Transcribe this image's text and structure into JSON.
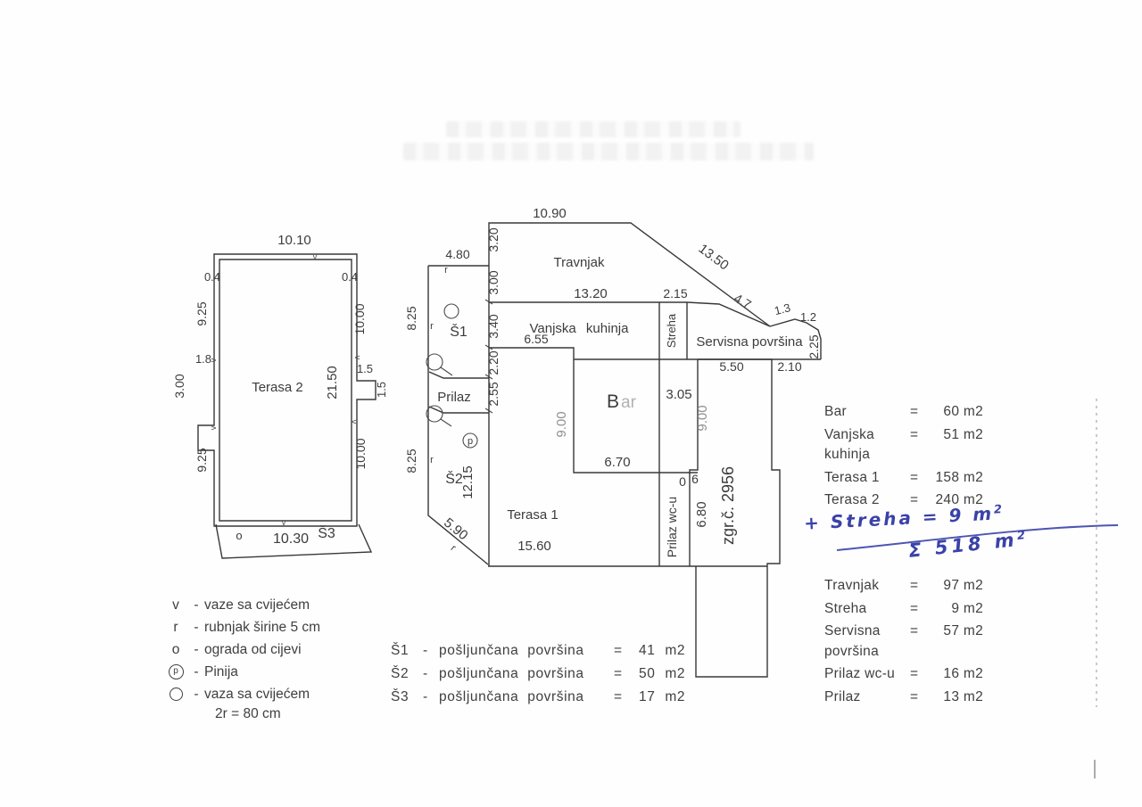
{
  "document": {
    "type": "scanned site plan",
    "paper": "#fefefe",
    "ink": "#3c3c3c",
    "pen": "#3a42a8"
  },
  "labels": {
    "t2_top": "10.10",
    "t2_wall_l": "0.4",
    "t2_wall_r": "0.4",
    "t2_left_up": "9.25",
    "t2_right_up": "10.00",
    "t2_notch_w": "1.8",
    "t2_notch_h": "3.00",
    "t2_name": "Terasa 2",
    "t2_mid": "21.50",
    "t2_pil_w": "1.5",
    "t2_pil_h": "1.5",
    "t2_left_dn": "9.25",
    "t2_right_dn": "10.00",
    "t2_o": "o",
    "t2_bottom": "10.30",
    "s3": "Š3",
    "s1_top": "4.80",
    "s1_825": "8.25",
    "s2_825": "8.25",
    "s1": "Š1",
    "s2": "Š2",
    "trav_top": "10.90",
    "trav_320": "3.20",
    "trav_name": "Travnjak",
    "diag_1350": "13.50",
    "col_300": "3.00",
    "vk_1320": "13.20",
    "vk_215": "2.15",
    "vk_name": "Vanjska kuhinja",
    "streha": "Streha",
    "diag_47": "4.7",
    "k13": "1.3",
    "k12": "1.2",
    "serv_name": "Servisna površina",
    "serv_225": "2.25",
    "col_340": "3.40",
    "vk_655": "6.55",
    "col_220": "2.20",
    "prilaz": "Prilaz",
    "col_255": "2.55",
    "zgr_550": "5.50",
    "zgr_210": "2.10",
    "bar_b": "B",
    "bar_ar": "ar",
    "bar_305": "3.05",
    "bar_900": "9.00",
    "zgr_900": "9.00",
    "bar_670": "6.70",
    "s2_1215": "12.15",
    "s2_590": "5.90",
    "t1_name": "Terasa 1",
    "t1_1560": "15.60",
    "wc_name": "Prilaz wc-u",
    "wc_680": "6.80",
    "step0": "0",
    "step6": "6",
    "zgr_name": "zgr.č. 2956",
    "r": "r",
    "v": "v",
    "p": "p"
  },
  "legend": {
    "dash": "-",
    "items": [
      {
        "sym": "v",
        "text": "vaze sa cvijećem"
      },
      {
        "sym": "r",
        "text": "rubnjak širine 5 cm"
      },
      {
        "sym": "o",
        "text": "ograda od cijevi"
      },
      {
        "sym": "p",
        "text": "Pinija"
      },
      {
        "sym": "",
        "text": "vaza sa cvijećem"
      }
    ],
    "extra": "2r = 80 cm"
  },
  "gravel_table": {
    "rows": [
      {
        "code": "Š1",
        "sep": "-",
        "desc": "pošljunčana površina",
        "eq": "=",
        "area": "41 m2"
      },
      {
        "code": "Š2",
        "sep": "-",
        "desc": "pošljunčana površina",
        "eq": "=",
        "area": "50 m2"
      },
      {
        "code": "Š3",
        "sep": "-",
        "desc": "pošljunčana površina",
        "eq": "=",
        "area": "17 m2"
      }
    ]
  },
  "areas_top": {
    "rows": [
      {
        "label": "Bar",
        "eq": "=",
        "area": "60 m2"
      },
      {
        "label": "Vanjska\nkuhinja",
        "eq": "=",
        "area": "51 m2"
      },
      {
        "label": "Terasa 1",
        "eq": "=",
        "area": "158 m2"
      },
      {
        "label": "Terasa 2",
        "eq": "=",
        "area": "240 m2"
      }
    ]
  },
  "areas_bottom": {
    "rows": [
      {
        "label": "Travnjak",
        "eq": "=",
        "area": "97 m2"
      },
      {
        "label": "Streha",
        "eq": "=",
        "area": "9 m2"
      },
      {
        "label": "Servisna\npovršina",
        "eq": "=",
        "area": "57 m2"
      },
      {
        "label": "Prilaz wc-u",
        "eq": "=",
        "area": "16 m2"
      },
      {
        "label": "Prilaz",
        "eq": "=",
        "area": "13 m2"
      }
    ]
  },
  "handwriting": {
    "plus_line": "+ Streha = 9 m",
    "sup1": "2",
    "total": "Σ 518 m",
    "sup2": "2"
  }
}
